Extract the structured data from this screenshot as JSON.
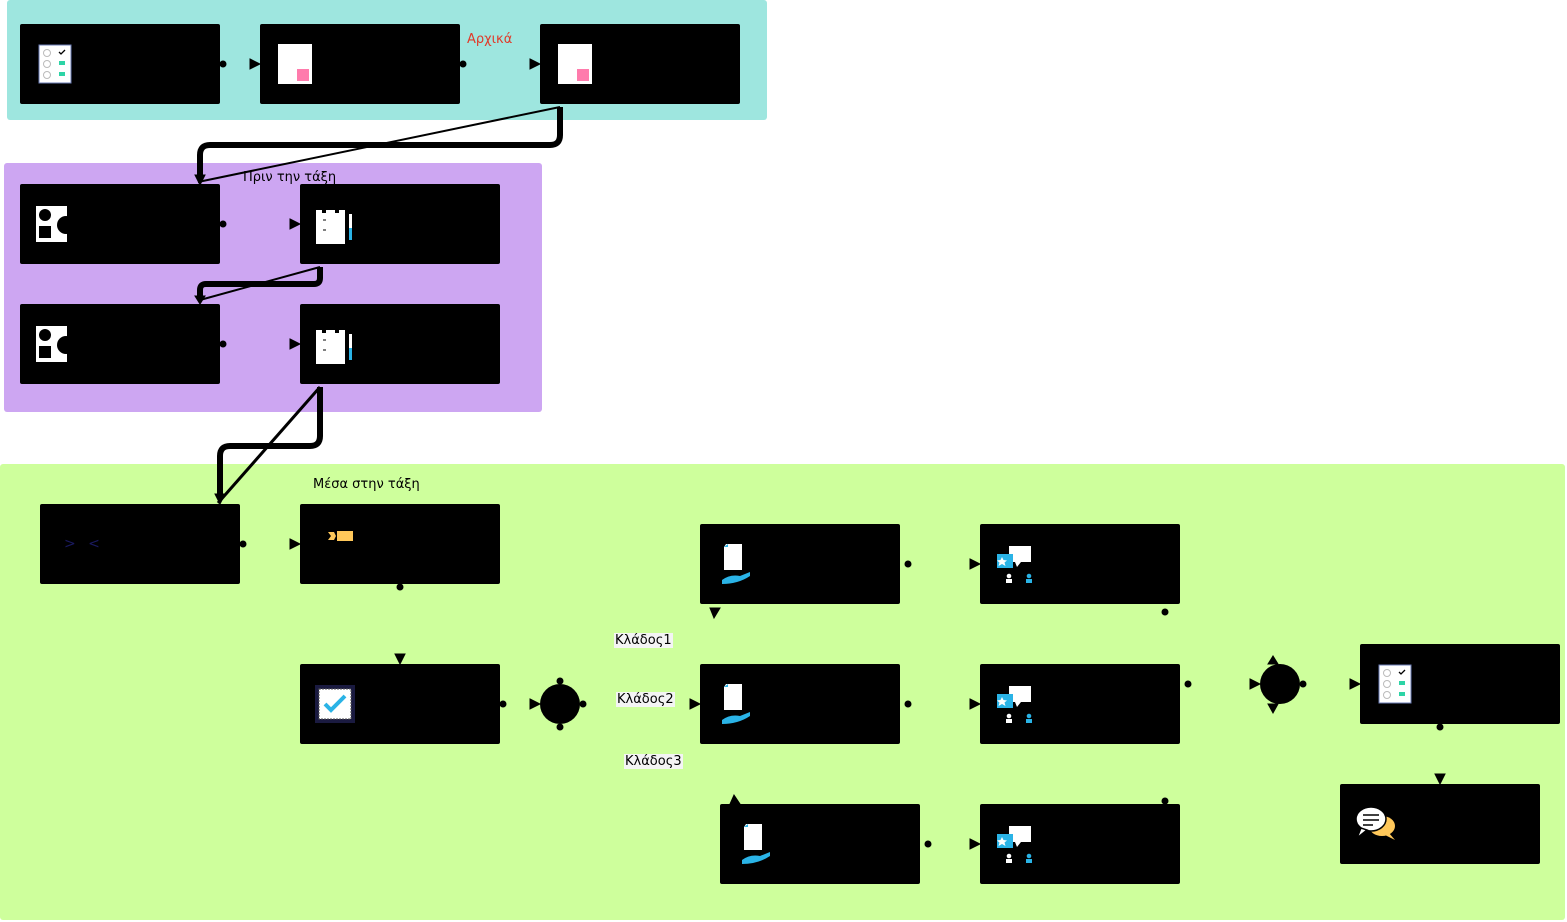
{
  "groups": {
    "initial": {
      "label": "Αρχικά",
      "color": "#9ee6df",
      "label_color": "#e03a2a"
    },
    "before_class": {
      "label": "Πριν την τάξη",
      "color": "#cda6f2",
      "label_color": "#000000"
    },
    "in_class": {
      "label": "Μέσα στην τάξη",
      "color": "#ceff9c",
      "label_color": "#000000"
    }
  },
  "branches": [
    "Κλάδος1",
    "Κλάδος2",
    "Κλάδος3"
  ],
  "code_icon_text": "> <",
  "colors": {
    "node_fill": "#000000",
    "edge": "#000000",
    "accent_teal": "#2dd4a6",
    "accent_pink": "#ff7bac",
    "accent_blue": "#2ab3e6",
    "accent_yellow": "#ffc85a"
  },
  "icons": [
    "checklist-icon",
    "note-icon",
    "note-icon",
    "shapes-icon",
    "clipboard-pencil-icon",
    "shapes-icon",
    "clipboard-pencil-icon",
    "code-icon",
    "ticket-icon",
    "certificate-check-icon",
    "document-hand-icon",
    "document-hand-icon",
    "document-hand-icon",
    "group-discussion-icon",
    "group-discussion-icon",
    "group-discussion-icon",
    "checklist-icon",
    "chat-bubbles-icon"
  ]
}
